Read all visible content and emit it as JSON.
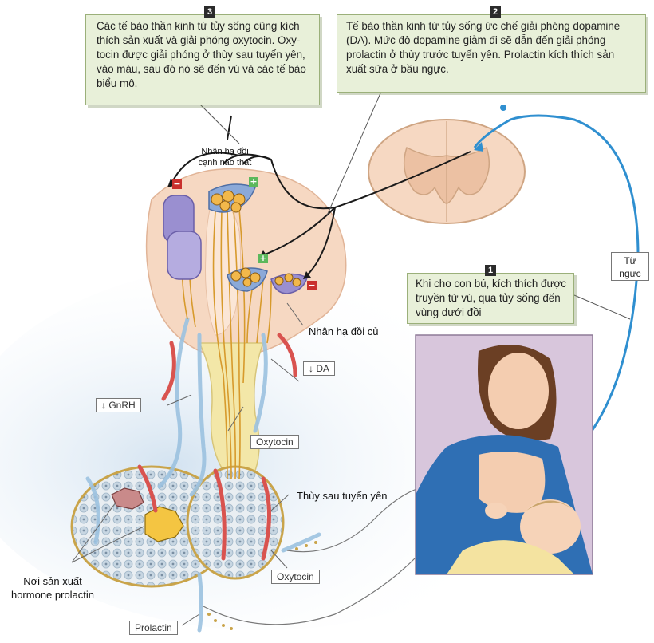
{
  "callouts": {
    "c3": {
      "number": "3",
      "text": "Các tế bào thần kinh từ tủy sống cũng kích thích sản xuất và giải phóng oxytocin. Oxytocin được giải phóng ở thùy sau tuyến yên, vào máu, sau đó nó sẽ đến vú và các tế bào biểu mô.",
      "lines": [
        "Các tế bào thần kinh từ tủy sống cũng kích",
        "thích sản xuất và giải phóng oxytocin. Oxy-",
        "tocin được giải phóng ở thùy sau tuyến yên,",
        "vào máu, sau đó nó sẽ đến vú và các tế bào",
        "biểu mô."
      ]
    },
    "c2": {
      "number": "2",
      "text": "Tế bào thần kinh từ tủy sống ức chế giải phóng dopamine (DA). Mức độ dopamine giảm đi sẽ dẫn đến giải phóng prolactin ở thùy trước tuyến yên. Prolactin kích thích sản xuất sữa ở bầu ngực.",
      "lines": [
        "Tế bào thần kinh từ tủy sống ức chế giải phóng dopamine",
        "(DA). Mức độ dopamine giảm đi sẽ dẫn đến giải phóng",
        "prolactin ở thùy trước tuyến yên. Prolactin kích thích sản",
        "xuất sữa ở bầu ngực."
      ]
    },
    "c1": {
      "number": "1",
      "text": "Khi cho con bú, kích thích được truyền từ vú, qua tủy sống đến vùng dưới đồi",
      "lines": [
        "Khi cho con bú, kích thích được",
        "truyền từ vú, qua tủy sống đến",
        "vùng dưới đồi"
      ]
    }
  },
  "labels": {
    "paraventricular": [
      "Nhân hạ đồi",
      "cạnh não thất"
    ],
    "arcuate": "Nhân hạ đồi củ",
    "posterior_pituitary": "Thùy sau tuyến yên",
    "prolactin_site": [
      "Nơi sản xuất",
      "hormone prolactin"
    ],
    "from_breast": [
      "Từ",
      "ngực"
    ]
  },
  "tags": {
    "da": "DA",
    "da_arrow": "↓",
    "gnrh": "GnRH",
    "gnrh_arrow": "↓",
    "oxytocin_top": "Oxytocin",
    "oxytocin_bottom": "Oxytocin",
    "prolactin": "Prolactin"
  },
  "signs": {
    "minus": "−",
    "plus": "+"
  },
  "colors": {
    "callout_bg": "#e8f0d9",
    "neuron_purple": "#9a8fd0",
    "neuron_blue": "#8ba9d8",
    "axon_orange": "#d79a2c",
    "vessel_red": "#d9534f",
    "vessel_blue": "#9cc2e0",
    "signal_blue": "#2f8fd0",
    "minus_red": "#c9302c",
    "plus_green": "#5cb85c"
  }
}
